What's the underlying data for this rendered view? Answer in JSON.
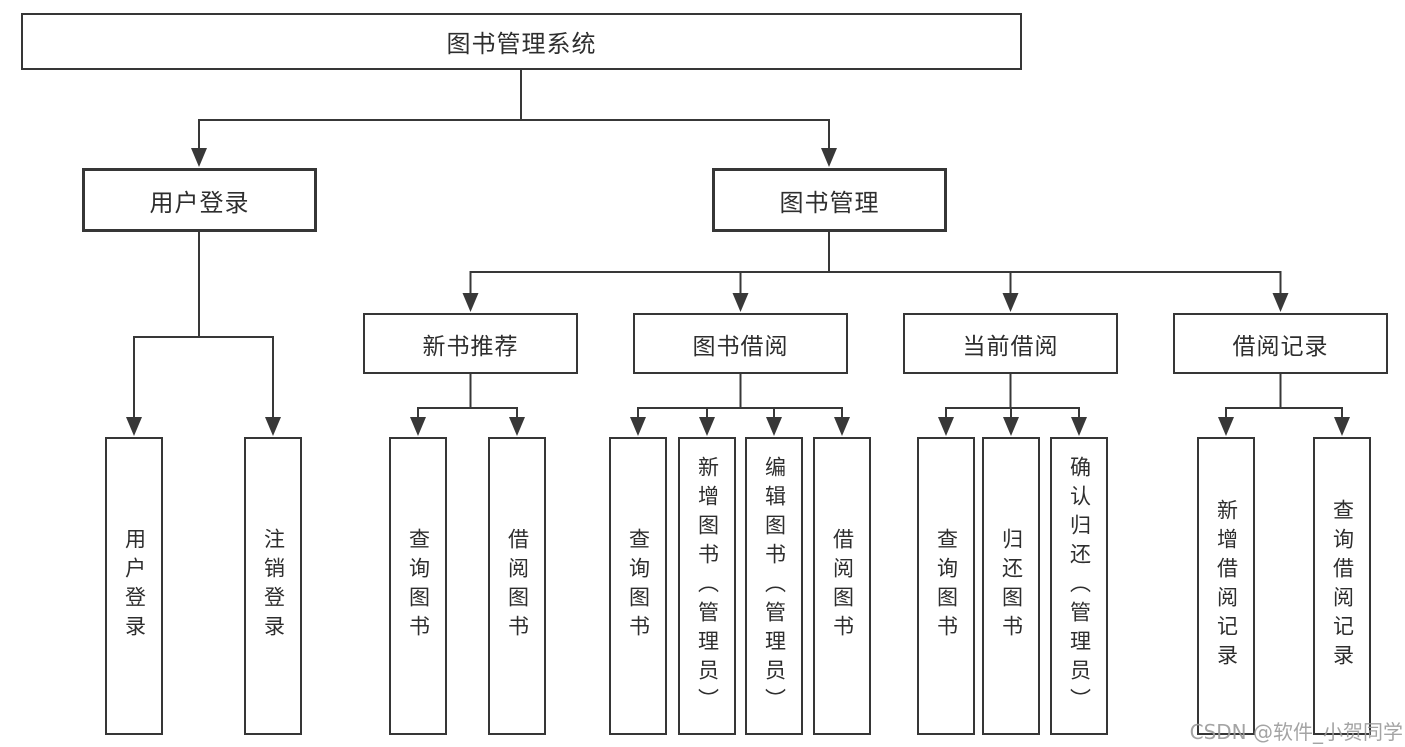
{
  "diagram_title": "图书管理系统",
  "watermark": "CSDN @软件_小贺同学",
  "colors": {
    "line": "#383838",
    "box_border": "#363636",
    "text": "#2e2e2e",
    "watermark": "#9b9b9b",
    "background": "#ffffff"
  },
  "tree": {
    "label": "图书管理系统",
    "children": [
      {
        "label": "用户登录",
        "children": [
          {
            "label": "用户登录"
          },
          {
            "label": "注销登录"
          }
        ]
      },
      {
        "label": "图书管理",
        "children": [
          {
            "label": "新书推荐",
            "children": [
              {
                "label": "查询图书"
              },
              {
                "label": "借阅图书"
              }
            ]
          },
          {
            "label": "图书借阅",
            "children": [
              {
                "label": "查询图书"
              },
              {
                "label": "新增图书（管理员）"
              },
              {
                "label": "编辑图书（管理员）"
              },
              {
                "label": "借阅图书"
              }
            ]
          },
          {
            "label": "当前借阅",
            "children": [
              {
                "label": "查询图书"
              },
              {
                "label": "归还图书"
              },
              {
                "label": "确认归还（管理员）"
              }
            ]
          },
          {
            "label": "借阅记录",
            "children": [
              {
                "label": "新增借阅记录"
              },
              {
                "label": "查询借阅记录"
              }
            ]
          }
        ]
      }
    ]
  }
}
